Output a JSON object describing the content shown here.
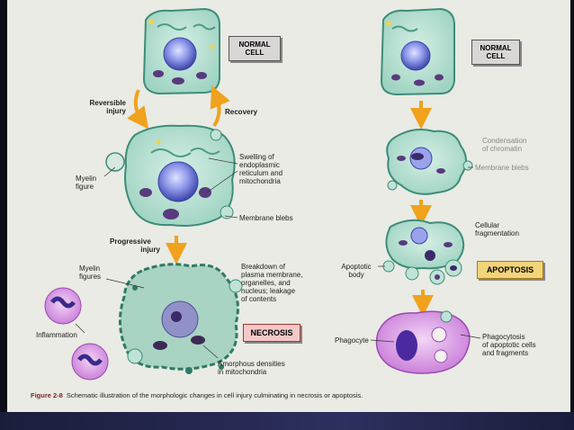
{
  "labels": {
    "normal_cell_left": [
      "NORMAL",
      "CELL"
    ],
    "normal_cell_right": [
      "NORMAL",
      "CELL"
    ],
    "reversible_injury": [
      "Reversible",
      "injury"
    ],
    "recovery": "Recovery",
    "myelin_figure": [
      "Myelin",
      "figure"
    ],
    "swelling": [
      "Swelling of",
      "endoplasmic",
      "reticulum and",
      "mitochondria"
    ],
    "membrane_blebs_left": "Membrane blebs",
    "progressive_injury": [
      "Progressive",
      "injury"
    ],
    "myelin_figures": [
      "Myelin",
      "figures"
    ],
    "breakdown": [
      "Breakdown of",
      "plasma membrane,",
      "organelles, and",
      "nucleus; leakage",
      "of contents"
    ],
    "inflammation": "Inflammation",
    "necrosis": "NECROSIS",
    "amorphous": [
      "Amorphous densities",
      "in mitochondria"
    ],
    "condensation": [
      "Condensation",
      "of chromatin"
    ],
    "membrane_blebs_right": "Membrane blebs",
    "cellular_fragmentation": [
      "Cellular",
      "fragmentation"
    ],
    "apoptotic_body": [
      "Apoptotic",
      "body"
    ],
    "apoptosis": "APOPTOSIS",
    "phagocyte": "Phagocyte",
    "phagocytosis": [
      "Phagocytosis",
      "of apoptotic cells",
      "and fragments"
    ]
  },
  "caption": {
    "figure_number": "Figure 2-8",
    "text": "Schematic illustration of the morphologic changes in cell injury culminating in necrosis or apoptosis."
  },
  "colors": {
    "page": "#e9ebe4",
    "cell_fill": "#bfe3d6",
    "cell_stroke": "#3c8d79",
    "nucleus": "#6f77d9",
    "mitochondria": "#5a3a7e",
    "arrow": "#f0a21c",
    "inflammatory_cell": "#c56fd6",
    "phagocyte": "#d99de6"
  }
}
